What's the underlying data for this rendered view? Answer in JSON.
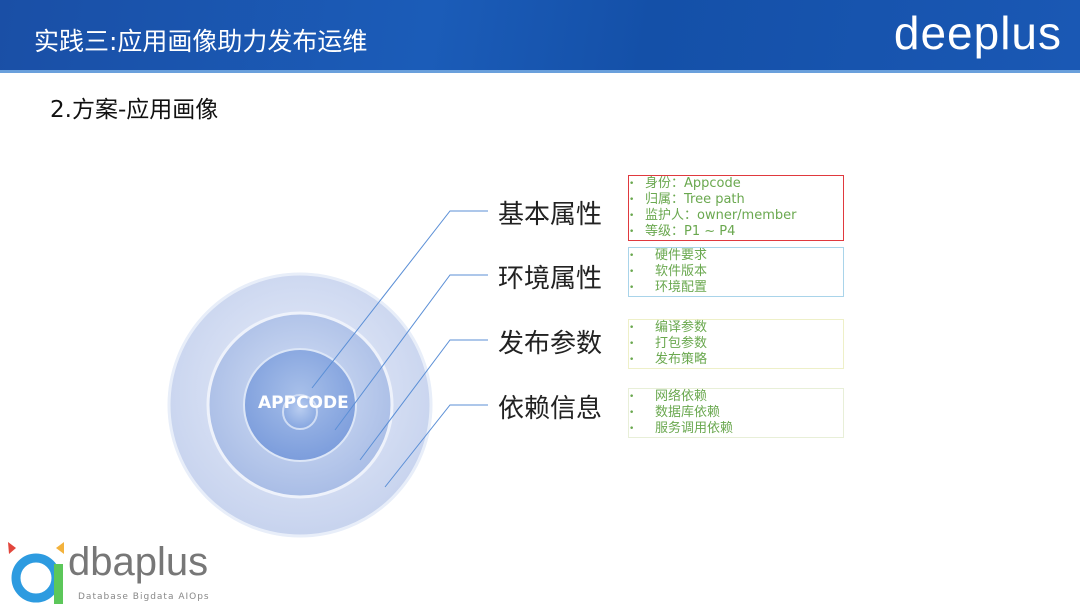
{
  "header": {
    "title": "实践三:应用画像助力发布运维",
    "brand": "deeplus"
  },
  "subtitle": "2.方案-应用画像",
  "center_label": "APPCODE",
  "categories": [
    {
      "label": "基本属性",
      "items": [
        "身份：Appcode",
        "归属：Tree path",
        "监护人：owner/member",
        "等级：P1 ~ P4"
      ],
      "border": "#e0393e"
    },
    {
      "label": "环境属性",
      "items": [
        "硬件要求",
        "软件版本",
        "环境配置"
      ],
      "border": "#a9d4ea"
    },
    {
      "label": "发布参数",
      "items": [
        "编译参数",
        "打包参数",
        "发布策略"
      ],
      "border": "#eef0c8"
    },
    {
      "label": "依赖信息",
      "items": [
        "网络依赖",
        "数据库依赖",
        "服务调用依赖"
      ],
      "border": "#e8efd8"
    }
  ],
  "footer_logo": {
    "name": "dbaplus",
    "tagline": "Database  Bigdata  AIOps"
  }
}
